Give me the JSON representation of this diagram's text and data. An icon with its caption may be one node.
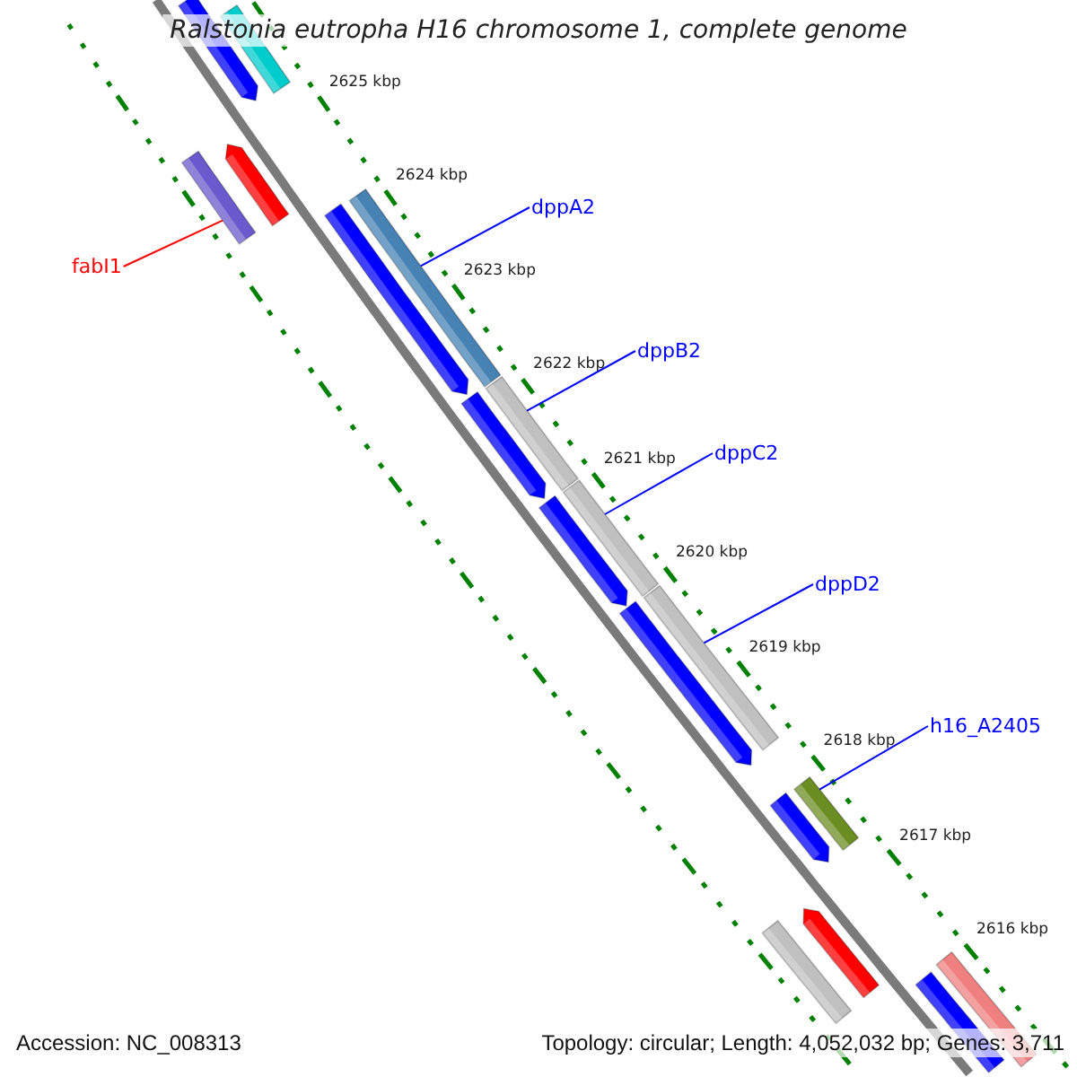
{
  "diagram": {
    "title": "Ralstonia eutropha H16 chromosome 1, complete genome",
    "nodes": [
      {
        "text": [],
        "shape": "bar"
      },
      {
        "text": [],
        "shape": "bar"
      },
      {
        "text": [],
        "shape": "bar"
      },
      {
        "text": [],
        "shape": "bar"
      },
      {
        "text": [
          "fabI1"
        ]
      },
      {
        "text": [],
        "shape": "bar"
      },
      {
        "text": [],
        "shape": "bar"
      },
      {
        "text": [
          "dppA2"
        ]
      },
      {
        "text": [],
        "shape": "bar"
      },
      {
        "text": [],
        "shape": "bar"
      },
      {
        "text": [
          "dppB2"
        ]
      },
      {
        "text": [],
        "shape": "bar"
      },
      {
        "text": [],
        "shape": "bar"
      },
      {
        "text": [
          "dppC2"
        ]
      },
      {
        "text": [],
        "shape": "bar"
      },
      {
        "text": [],
        "shape": "bar"
      },
      {
        "text": [
          "dppD2"
        ]
      },
      {
        "text": [],
        "shape": "bar"
      },
      {
        "text": [],
        "shape": "bar"
      },
      {
        "text": [
          "h16_A2405"
        ]
      },
      {
        "text": [],
        "shape": "bar"
      },
      {
        "text": [],
        "shape": "bar"
      },
      {
        "text": [],
        "shape": "bar"
      },
      {
        "text": [],
        "shape": "bar"
      }
    ],
    "edges": [
      {
        "from": 4,
        "to": 2,
        "arrow": "none",
        "color": "#ff0000"
      },
      {
        "from": 7,
        "to": 6,
        "arrow": "none"
      },
      {
        "from": 10,
        "to": 9,
        "arrow": "none"
      },
      {
        "from": 13,
        "to": 12,
        "arrow": "none"
      },
      {
        "from": 16,
        "to": 15,
        "arrow": "none"
      },
      {
        "from": 19,
        "to": 18,
        "arrow": "none"
      }
    ],
    "labels": [
      "2625 kbp",
      "2624 kbp",
      "2623 kbp",
      "2622 kbp",
      "2621 kbp",
      "2620 kbp",
      "2619 kbp",
      "2618 kbp",
      "2617 kbp",
      "2616 kbp",
      "Accession: NC_008313",
      "Topology: circular; Length: 4,052,032 bp; Genes: 3,711"
    ]
  }
}
